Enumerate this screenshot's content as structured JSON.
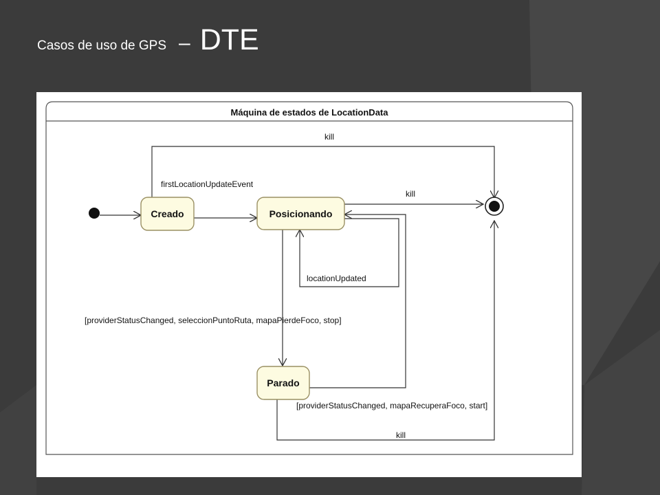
{
  "slide": {
    "title_small": "Casos de uso de GPS",
    "title_dash": "–",
    "title_big": "DTE"
  },
  "diagram": {
    "frame_title": "Máquina de estados de LocationData",
    "states": {
      "creado": "Creado",
      "posicionando": "Posicionando",
      "parado": "Parado"
    },
    "transitions": {
      "kill_top": "kill",
      "first_location": "firstLocationUpdateEvent",
      "kill_posicionando": "kill",
      "location_updated": "locationUpdated",
      "to_parado": "[providerStatusChanged, seleccionPuntoRuta, mapaPierdeFoco, stop]",
      "to_posicionando": "[providerStatusChanged, mapaRecuperaFoco, start]",
      "kill_bottom": "kill"
    },
    "colors": {
      "state_fill": "#fdfbe1",
      "state_border": "#9a9063",
      "line": "#333333"
    }
  }
}
